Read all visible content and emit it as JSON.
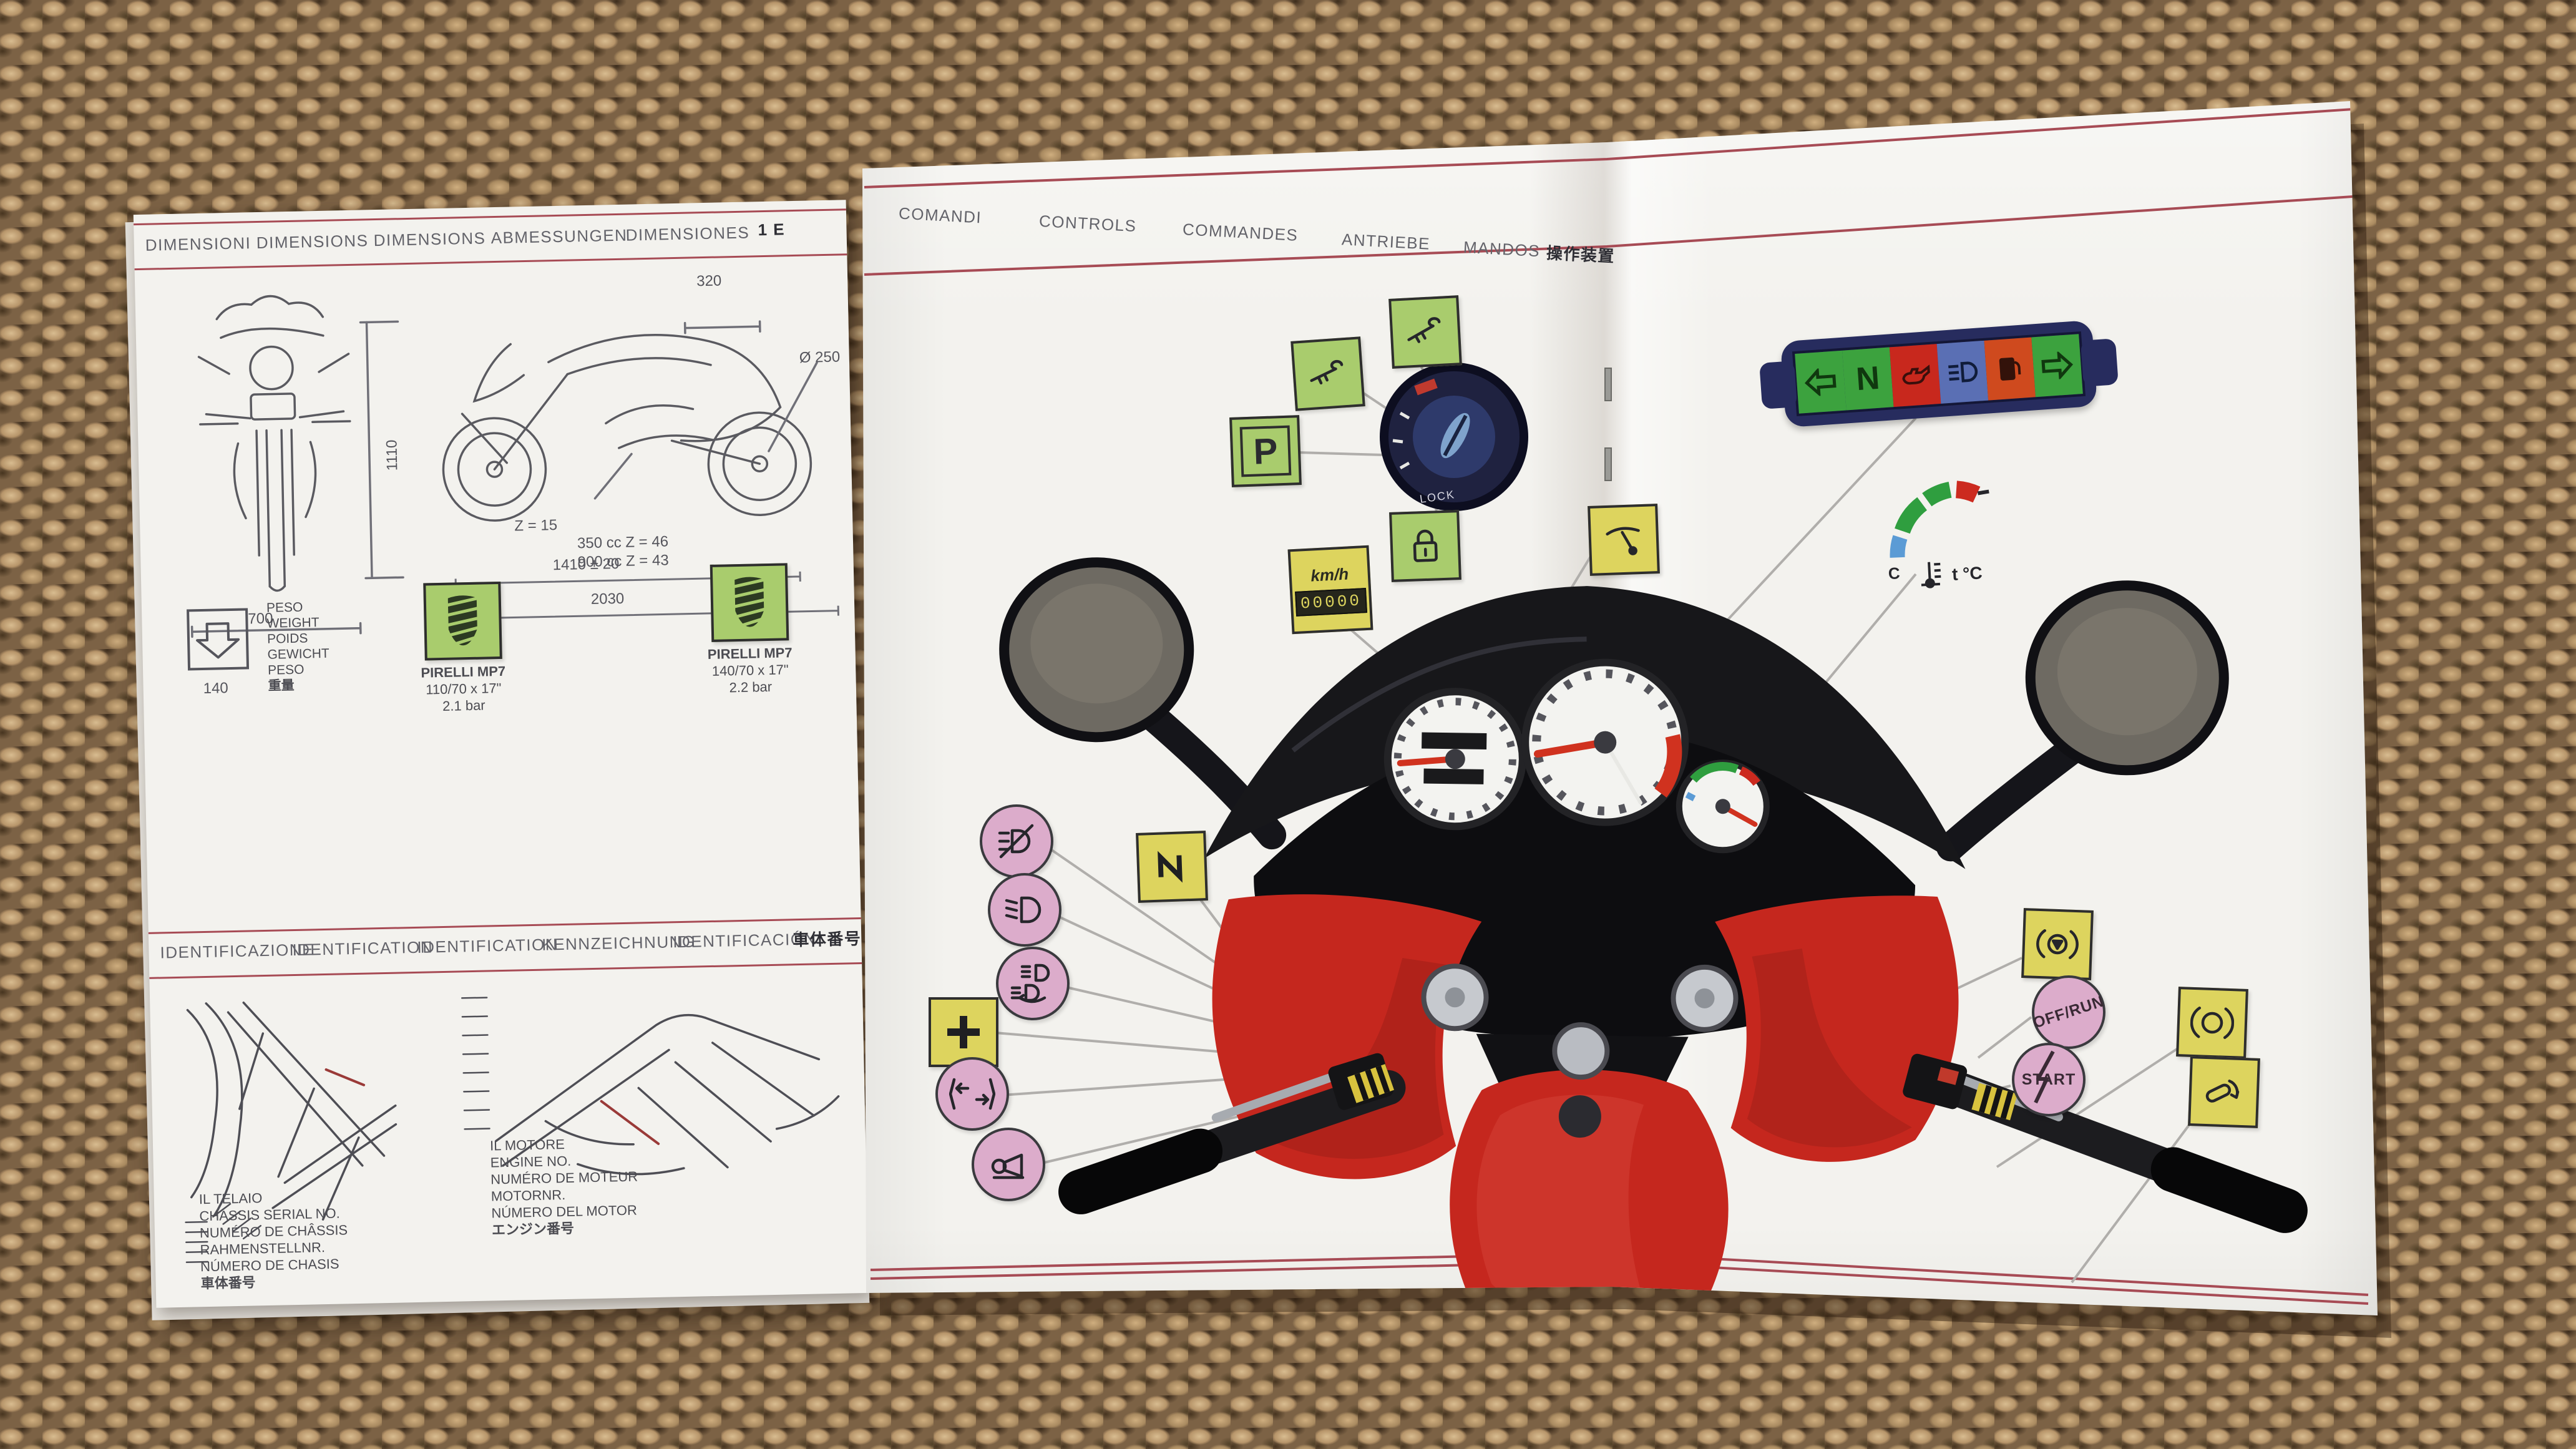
{
  "colors": {
    "carpet": "#7c6245",
    "page_white": "#f3f2ee",
    "rule_red": "#a74b55",
    "icon_green": "#a9cc6d",
    "icon_yellow": "#ddd45e",
    "icon_pink": "#dcaccb",
    "indicator_panel_navy": "#272c5e",
    "indicator_green": "#3ca23e",
    "indicator_red": "#c8281d",
    "indicator_blue": "#5a6fb4",
    "indicator_orange": "#cf4a1e",
    "bodywork_red": "#c5271e"
  },
  "left_page": {
    "page_tab": "1 E",
    "dimensions": {
      "headers": [
        "DIMENSIONI",
        "DIMENSIONS",
        "DIMENSIONS",
        "ABMESSUNGEN",
        "DIMENSIONES"
      ],
      "front_height": "1110",
      "front_width": "700",
      "handlebar_width": "320",
      "rear_disc": "Ø 250",
      "front_sprocket": "Z = 15",
      "sprocket_350": "350 cc  Z = 46",
      "sprocket_900": "900 cc  Z = 43",
      "wheelbase": "1410 ± 20",
      "overall_length": "2030",
      "weight": {
        "value": "140",
        "labels": [
          "PESO",
          "WEIGHT",
          "POIDS",
          "GEWICHT",
          "PESO",
          "重量"
        ]
      },
      "tire_front": {
        "brand": "PIRELLI MP7",
        "size": "110/70 x 17\"",
        "pressure": "2.1 bar"
      },
      "tire_rear": {
        "brand": "PIRELLI MP7",
        "size": "140/70 x 17\"",
        "pressure": "2.2 bar"
      }
    },
    "identification": {
      "headers": [
        "IDENTIFICAZIONE",
        "IDENTIFICATION",
        "IDENTIFICATION",
        "KENNZEICHNUNG",
        "IDENTIFICACIÓN"
      ],
      "header_jp": "車体番号",
      "chassis_lines": [
        "IL TELAIO",
        "CHASSIS SERIAL NO.",
        "NUMÉRO DE CHÂSSIS",
        "RAHMENSTELLNR.",
        "NÚMERO DE CHASIS",
        "車体番号"
      ],
      "engine_lines": [
        "IL MOTORE",
        "ENGINE NO.",
        "NUMÉRO DE MOTEUR",
        "MOTORNR.",
        "NÚMERO DEL MOTOR",
        "エンジン番号"
      ]
    }
  },
  "right_spread": {
    "headers": [
      "COMANDI",
      "CONTROLS",
      "COMMANDES",
      "ANTRIEBE",
      "MANDOS"
    ],
    "header_jp": "操作装置",
    "labels": {
      "parking": "P",
      "neutral": "N",
      "speed_unit": "km/h",
      "odometer": "00000",
      "engine_stop": "OFF/RUN",
      "start": "START",
      "temp_cold": "C",
      "temp_unit": "t °C",
      "ignition_lock": "LOCK"
    },
    "icon_glyphs": {
      "left-turn-indicator": "outlined-left-arrow",
      "neutral-indicator": "N",
      "oil-pressure-indicator": "oil-can",
      "high-beam-indicator": "headlamp-with-rays",
      "fuel-reserve-indicator": "fuel-pump",
      "right-turn-indicator": "outlined-right-arrow",
      "key-icon": "diagonal-key",
      "parking-icon": "P-in-box",
      "steering-lock-icon": "padlock",
      "speedo-odometer-icon": "km/h + digit band",
      "choke-lever-icon": "curved-lever",
      "coolant-temp-icon": "colored-arc + thermometer",
      "headlight-flasher-icon": "lamp-with-slash",
      "low-beam-icon": "lamp-left-rays",
      "beam-selector-icon": "two-lamps-arrow",
      "light-switch-icon": "thick-plus",
      "turn-signal-switch-icon": "opposed-arrows",
      "horn-icon": "trumpet",
      "gear-pattern-icon": "zigzag",
      "brake-lever-icon": "disc-with-triangle",
      "engine-stop-icon": "OFF/RUN-slash",
      "start-button-icon": "START-bolt",
      "front-brake-icon": "disc-in-parentheses",
      "throttle-grip-icon": "grip-with-arrow"
    }
  }
}
